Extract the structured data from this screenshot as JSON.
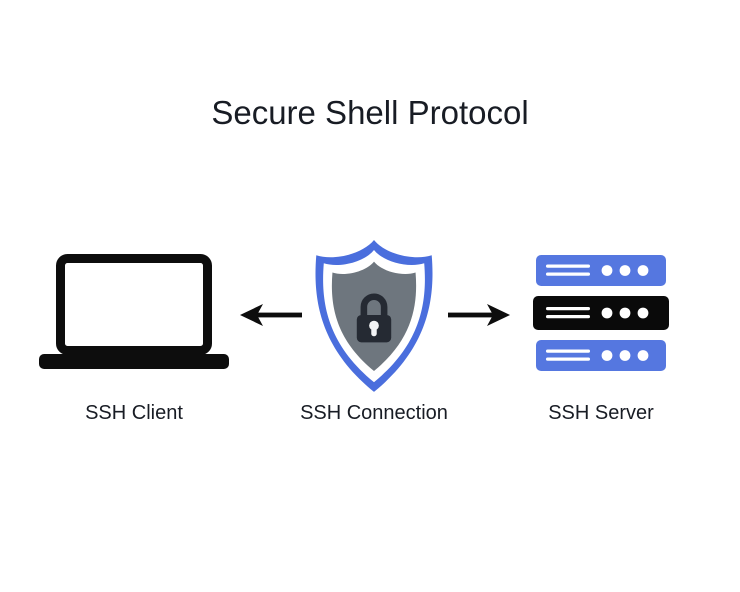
{
  "title": "Secure Shell Protocol",
  "diagram": {
    "nodes": [
      {
        "id": "client",
        "label": "SSH Client",
        "icon": "laptop-icon"
      },
      {
        "id": "connection",
        "label": "SSH Connection",
        "icon": "shield-lock-icon"
      },
      {
        "id": "server",
        "label": "SSH Server",
        "icon": "server-stack-icon"
      }
    ],
    "arrows": [
      {
        "from": "connection",
        "to": "client",
        "direction": "left"
      },
      {
        "from": "connection",
        "to": "server",
        "direction": "right"
      }
    ]
  },
  "colors": {
    "shield_blue": "#4a6edd",
    "server_blue": "#5577e0",
    "shield_gray": "#6e767e",
    "ink": "#181c24",
    "background": "#ffffff"
  }
}
